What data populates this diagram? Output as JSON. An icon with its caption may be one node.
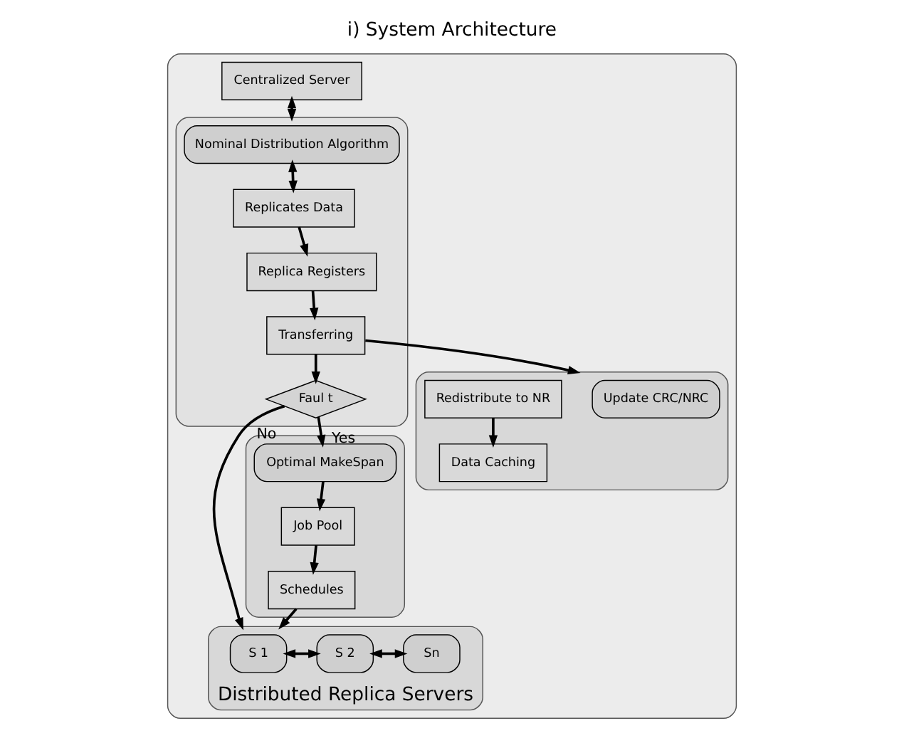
{
  "diagram": {
    "title": "i) System Architecture",
    "nodes": [
      {
        "text": [],
        "shape": "box"
      },
      {
        "text": [
          "Centralized Server"
        ],
        "in": 0
      },
      {
        "text": [],
        "shape": "box",
        "in": 0
      },
      {
        "text": [
          "Nominal Distribution Algorithm"
        ],
        "in": 2
      },
      {
        "text": [
          "Replicates Data"
        ],
        "in": 2
      },
      {
        "text": [
          "Replica Registers"
        ],
        "in": 2
      },
      {
        "text": [
          "Transferring"
        ],
        "in": 2
      },
      {
        "text": [
          "Faul t"
        ],
        "in": 2
      },
      {
        "text": [
          "Distributed Replica Servers"
        ],
        "in": 0
      },
      {
        "text": [
          "S 1"
        ],
        "in": 8
      },
      {
        "text": [
          "S 2"
        ],
        "in": 8
      },
      {
        "text": [
          "Sn"
        ],
        "in": 8
      },
      {
        "text": [],
        "shape": "box",
        "in": 0
      },
      {
        "text": [
          "Update CRC/NRC"
        ],
        "in": 12
      },
      {
        "text": [
          "Redistribute to NR"
        ],
        "in": 12
      },
      {
        "text": [
          "Data Caching"
        ],
        "in": 12
      },
      {
        "text": [],
        "shape": "box",
        "in": 0
      },
      {
        "text": [
          "Optimal MakeSpan"
        ],
        "in": 16
      },
      {
        "text": [
          "Job Pool"
        ],
        "in": 16
      },
      {
        "text": [
          "Schedules"
        ],
        "in": 16
      }
    ],
    "edges": [
      {
        "from": 1,
        "to": 2,
        "arrow": "both"
      },
      {
        "from": 3,
        "to": 4,
        "arrow": "both"
      },
      {
        "from": 4,
        "to": 5,
        "arrow": "to"
      },
      {
        "from": 5,
        "to": 6,
        "arrow": "to"
      },
      {
        "from": 6,
        "to": 7,
        "arrow": "to"
      },
      {
        "from": 6,
        "to": 12,
        "arrow": "to"
      },
      {
        "from": 7,
        "to": 8,
        "arrow": "to",
        "label": "No"
      },
      {
        "from": 7,
        "to": 17,
        "arrow": "to",
        "label": "Yes"
      },
      {
        "from": 9,
        "to": 10,
        "arrow": "both"
      },
      {
        "from": 10,
        "to": 11,
        "arrow": "both"
      },
      {
        "from": 14,
        "to": 15,
        "arrow": "to"
      },
      {
        "from": 17,
        "to": 18,
        "arrow": "to"
      },
      {
        "from": 18,
        "to": 19,
        "arrow": "to"
      },
      {
        "from": 19,
        "to": 8,
        "arrow": "to"
      }
    ]
  }
}
